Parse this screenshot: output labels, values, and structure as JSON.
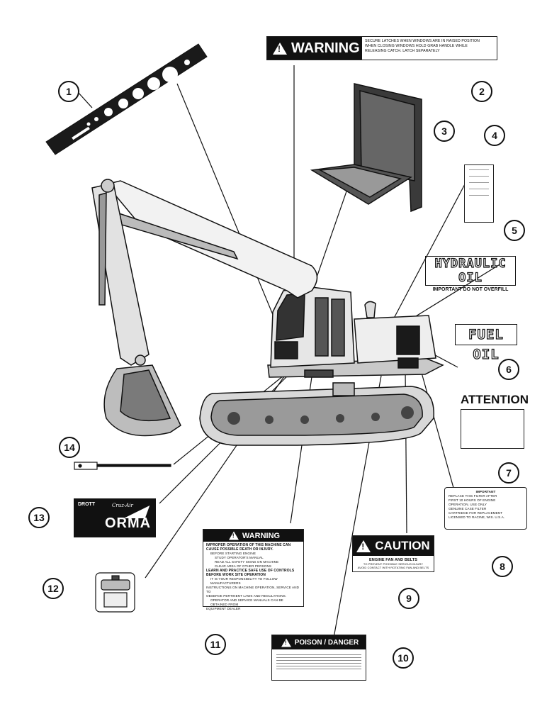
{
  "callouts": [
    "1",
    "2",
    "3",
    "4",
    "5",
    "6",
    "7",
    "8",
    "9",
    "10",
    "11",
    "12",
    "13",
    "14"
  ],
  "decal_2": {
    "heading": "WARNING",
    "lines": [
      "SECURE LATCHES WHEN WINDOWS ARE IN RAISED POSITION",
      "WHEN CLOSING WINDOWS HOLD GRAB HANDLE WHILE",
      "RELEASING CATCH. LATCH SEPARATELY"
    ]
  },
  "decal_5": {
    "title": "HYDRAULIC OIL",
    "subtitle": "IMPORTANT DO NOT OVERFILL"
  },
  "decal_6": {
    "title": "FUEL OIL"
  },
  "decal_7": {
    "title": "ATTENTION"
  },
  "decal_8": {
    "lines": [
      "IMPORTANT",
      "REPLACE THIS FILTER AFTER",
      "FIRST 10 HOURS OF ENGINE",
      "OPERATION. USE ONLY",
      "GENUINE CASE FILTER",
      "CARTRIDGE FOR REPLACEMENT",
      "LICENSED TO RACINE, WIS. U.S.A."
    ]
  },
  "decal_9": {
    "heading": "CAUTION",
    "lines": [
      "ENGINE FAN AND BELTS",
      "TO PREVENT POSSIBLE SERIOUS INJURY",
      "AVOID CONTACT WITH ROTATING FAN AND BELTS"
    ]
  },
  "decal_10": {
    "heading": "POISON / DANGER"
  },
  "decal_11": {
    "heading": "WARNING",
    "lines": [
      "IMPROPER OPERATION OF THIS MACHINE CAN",
      "CAUSE POSSIBLE DEATH OR INJURY.",
      "BEFORE STARTING ENGINE",
      "STUDY OPERATOR'S MANUAL",
      "READ ALL SAFETY SIGNS ON MACHINE",
      "CLEAR AREA OF OTHER PERSONS",
      "LEARN AND PRACTICE SAFE USE OF CONTROLS",
      "BEFORE WORK SITE OPERATION",
      "IT IS YOUR RESPONSIBILITY TO FOLLOW MANUFACTURERS",
      "INSTRUCTIONS ON MACHINE OPERATION, SERVICE AND TO",
      "OBSERVE PERTINENT LAWS AND REGULATIONS.",
      "OPERATOR AND SERVICE MANUALS CAN BE OBTAINED FROM",
      "EQUIPMENT DEALER"
    ]
  },
  "decal_13": {
    "small": "DROTT",
    "script": "Cruz-Air",
    "brand": "ORMA"
  },
  "colors": {
    "ink": "#111111",
    "paper": "#ffffff"
  }
}
